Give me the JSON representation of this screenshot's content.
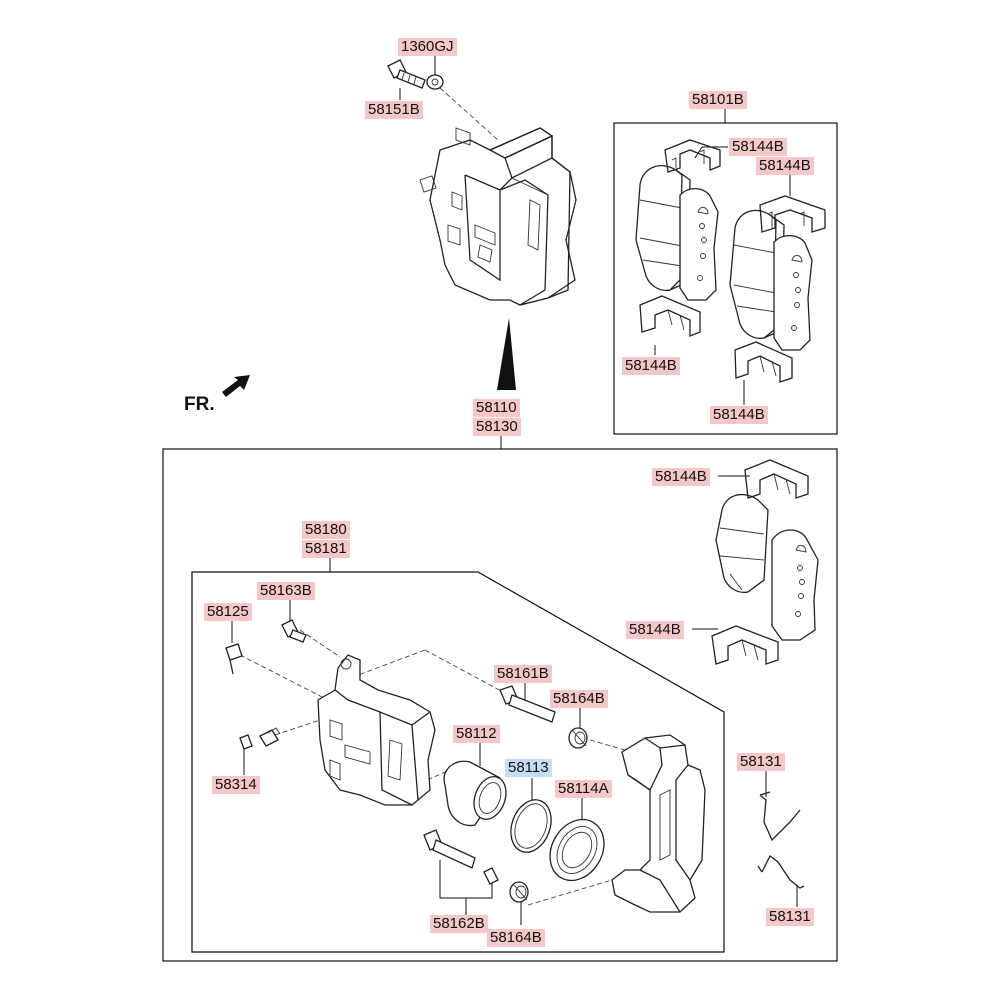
{
  "colors": {
    "label_bg": "#f6c7c7",
    "label_highlight_bg": "#c6dcf2",
    "line": "#111111"
  },
  "direction": {
    "text": "FR."
  },
  "labels": {
    "l_1360gj": "1360GJ",
    "l_58151b": "58151B",
    "l_58101b": "58101B",
    "l_58144b_a": "58144B",
    "l_58144b_b": "58144B",
    "l_58144b_c": "58144B",
    "l_58144b_d": "58144B",
    "l_58110": "58110",
    "l_58130": "58130",
    "l_58144b_e": "58144B",
    "l_58180": "58180",
    "l_58181": "58181",
    "l_58163b": "58163B",
    "l_58125": "58125",
    "l_58144b_f": "58144B",
    "l_58161b": "58161B",
    "l_58164b_a": "58164B",
    "l_58112": "58112",
    "l_58113": "58113",
    "l_58131_a": "58131",
    "l_58314": "58314",
    "l_58114a": "58114A",
    "l_58162b": "58162B",
    "l_58164b_b": "58164B",
    "l_58131_b": "58131"
  }
}
